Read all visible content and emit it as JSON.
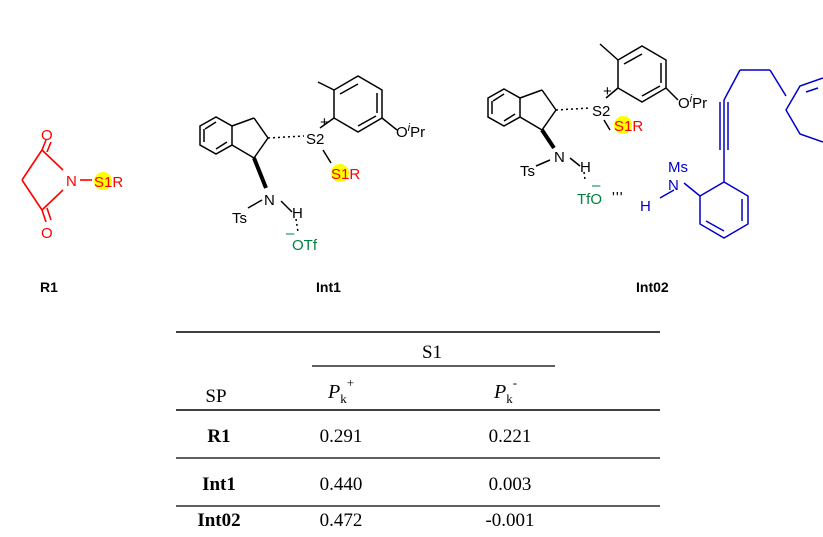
{
  "colors": {
    "r1": "#ff0000",
    "tfo": "#008040",
    "substrate": "#0000cc",
    "highlight": "#ffff00",
    "black": "#000000"
  },
  "r1": {
    "atom_o_top": "O",
    "atom_o_bottom": "O",
    "atom_n": "N",
    "atom_s": "S",
    "atom_s_index": "1",
    "atom_r": "R",
    "caption": "R1"
  },
  "int1": {
    "atom_s2": "S2",
    "charge_plus": "+",
    "atom_s": "S",
    "atom_s_index": "1",
    "atom_r": "R",
    "atom_o": "O",
    "ipr_i": "i",
    "ipr_pr": "Pr",
    "atom_n": "N",
    "atom_h": "H",
    "ts": "Ts",
    "charge_minus": "–",
    "otf": "OTf",
    "caption": "Int1"
  },
  "int02": {
    "atom_s2": "S2",
    "charge_plus": "+",
    "atom_s": "S",
    "atom_s_index": "1",
    "atom_r": "R",
    "atom_o": "O",
    "ipr_i": "i",
    "ipr_pr": "Pr",
    "atom_n": "N",
    "atom_h": "H",
    "ts": "Ts",
    "charge_minus": "–",
    "tfo": "TfO",
    "sub_h": "H",
    "sub_n": "N",
    "ms": "Ms",
    "caption": "Int02"
  },
  "table": {
    "group_header": "S1",
    "row_header": "SP",
    "col_plus_main": "P",
    "col_plus_sub": "k",
    "col_plus_sup": "+",
    "col_minus_main": "P",
    "col_minus_sub": "k",
    "col_minus_sup": "-",
    "rows": [
      {
        "sp": "R1",
        "pk_plus": "0.291",
        "pk_minus": "0.221"
      },
      {
        "sp": "Int1",
        "pk_plus": "0.440",
        "pk_minus": "0.003"
      },
      {
        "sp": "Int02",
        "pk_plus": "0.472",
        "pk_minus": "-0.001"
      }
    ]
  }
}
